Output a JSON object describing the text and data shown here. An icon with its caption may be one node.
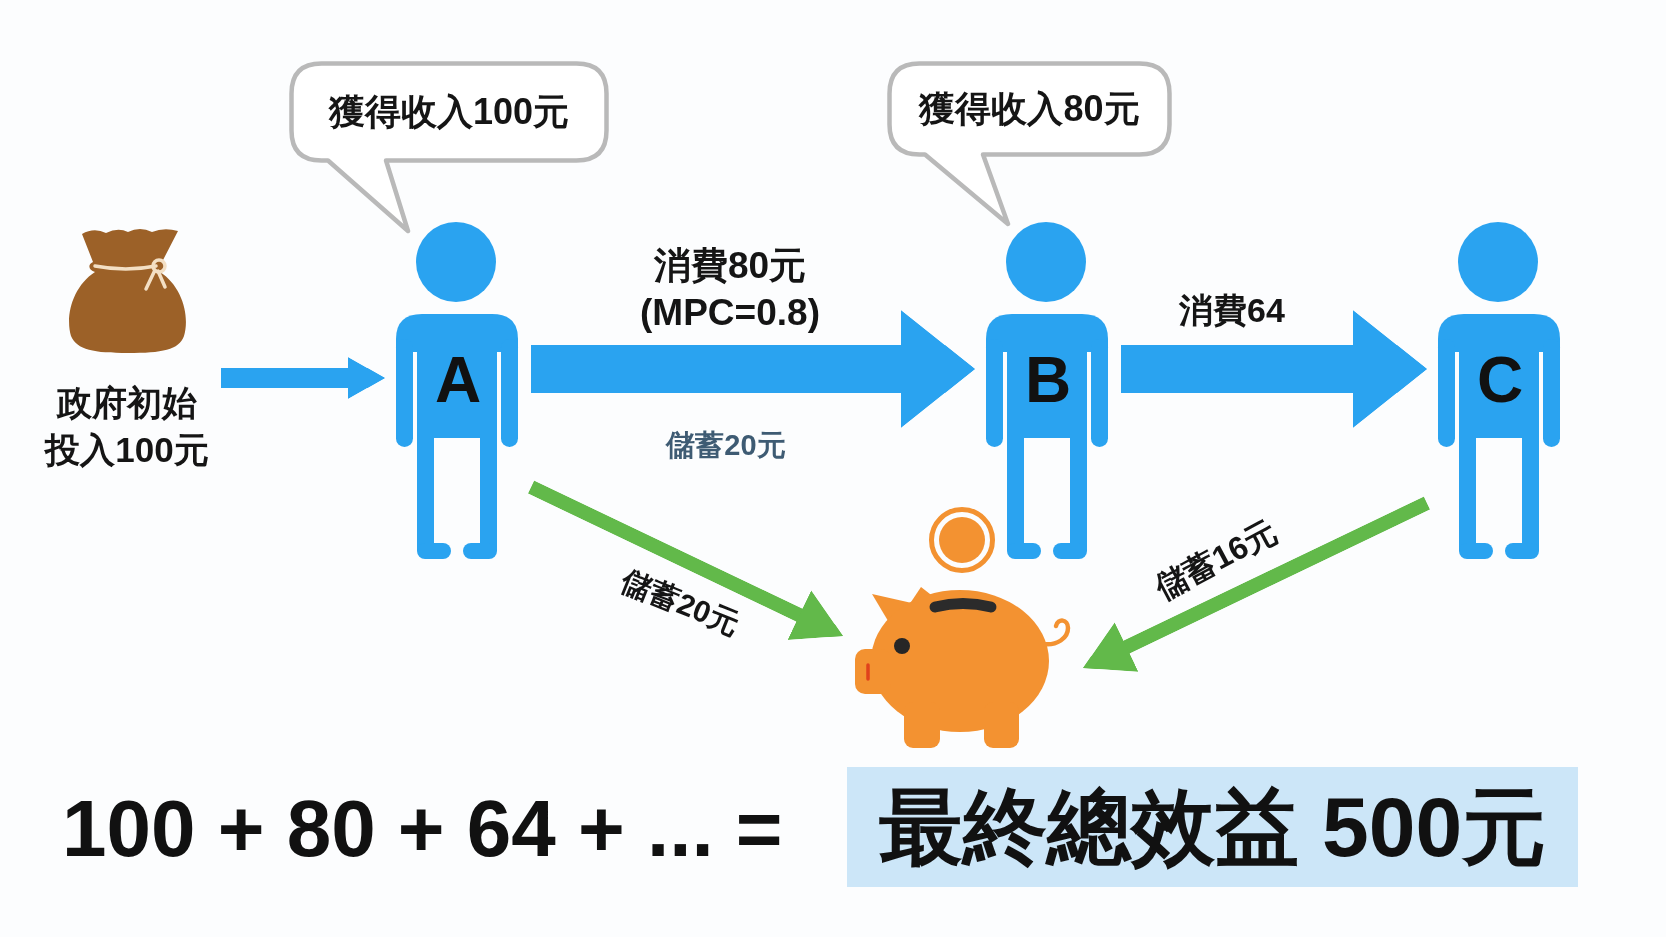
{
  "diagram": {
    "nodes": [
      {
        "text": [
          "獲得收入100元"
        ]
      },
      {
        "text": [
          "獲得收入80元"
        ]
      },
      {
        "text": [
          "政府初始投入100元"
        ]
      },
      {
        "text": [
          "A"
        ]
      },
      {
        "text": [
          "B"
        ]
      },
      {
        "text": [
          "C"
        ]
      },
      {
        "text": [],
        "shape": "picture"
      },
      {
        "text": [
          "最終總效益 500元"
        ]
      }
    ],
    "edges": [
      {
        "from": 2,
        "to": 3,
        "arrow": "to"
      },
      {
        "from": 3,
        "to": 4,
        "arrow": "to",
        "label": "消費80元 (MPC=0.8)",
        "style": "thick"
      },
      {
        "from": 4,
        "to": 5,
        "arrow": "to",
        "label": "消費64",
        "style": "thick"
      },
      {
        "from": 3,
        "to": 6,
        "arrow": "to",
        "label": "儲蓄20元",
        "color": "#62b94a"
      },
      {
        "from": 5,
        "to": 6,
        "arrow": "to",
        "label": "儲蓄16元",
        "color": "#62b94a"
      }
    ],
    "labels": [
      "儲蓄20元",
      "100 + 80 + 64 + ... ="
    ]
  }
}
